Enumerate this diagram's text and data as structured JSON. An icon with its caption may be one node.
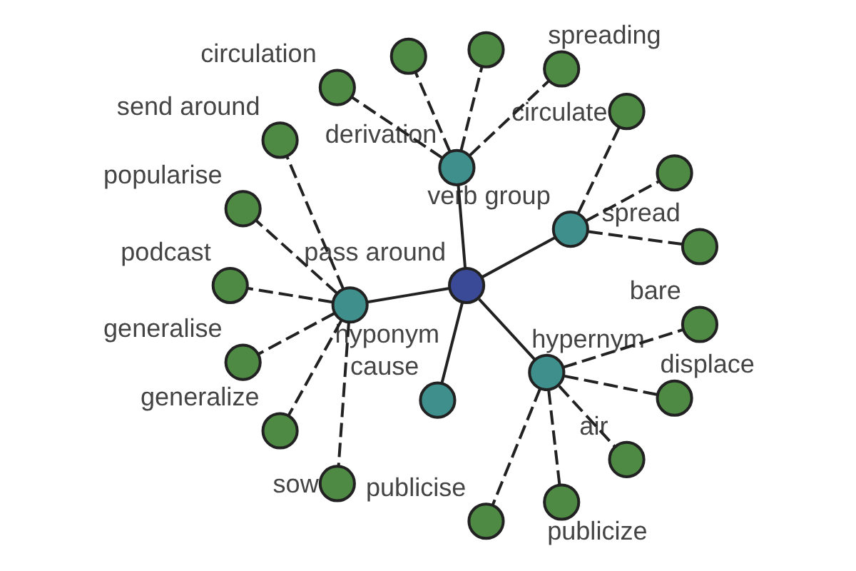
{
  "diagram": {
    "nodes": [
      {
        "text": [
          "pass around"
        ]
      },
      {
        "text": [
          "verb group"
        ]
      },
      {
        "text": [
          "derivation"
        ]
      },
      {
        "text": [
          "hyponym"
        ]
      },
      {
        "text": [
          "cause"
        ]
      },
      {
        "text": [
          "hypernym"
        ]
      },
      {
        "text": [
          "spread"
        ]
      },
      {
        "text": [],
        "shape": "circle"
      },
      {
        "text": [
          "circulate"
        ]
      },
      {
        "text": [
          "spreading"
        ]
      },
      {
        "text": [],
        "shape": "circle"
      },
      {
        "text": [],
        "shape": "circle"
      },
      {
        "text": [
          "circulation"
        ]
      },
      {
        "text": [
          "send around"
        ]
      },
      {
        "text": [
          "popularise"
        ]
      },
      {
        "text": [
          "podcast"
        ]
      },
      {
        "text": [
          "generalise"
        ]
      },
      {
        "text": [
          "generalize"
        ]
      },
      {
        "text": [
          "sow"
        ]
      },
      {
        "text": [
          "publicise"
        ]
      },
      {
        "text": [
          "publicize"
        ]
      },
      {
        "text": [
          "air"
        ]
      },
      {
        "text": [
          "displace"
        ]
      },
      {
        "text": [
          "bare"
        ]
      }
    ],
    "edges": [
      {
        "from": 0,
        "to": 1,
        "arrow": "none"
      },
      {
        "from": 0,
        "to": 2,
        "arrow": "none"
      },
      {
        "from": 0,
        "to": 3,
        "arrow": "none"
      },
      {
        "from": 0,
        "to": 4,
        "arrow": "none"
      },
      {
        "from": 0,
        "to": 5,
        "arrow": "none"
      },
      {
        "from": 1,
        "to": 6,
        "arrow": "none",
        "style": "dashed"
      },
      {
        "from": 1,
        "to": 7,
        "arrow": "none",
        "style": "dashed"
      },
      {
        "from": 1,
        "to": 8,
        "arrow": "none",
        "style": "dashed"
      },
      {
        "from": 2,
        "to": 9,
        "arrow": "none",
        "style": "dashed"
      },
      {
        "from": 2,
        "to": 10,
        "arrow": "none",
        "style": "dashed"
      },
      {
        "from": 2,
        "to": 11,
        "arrow": "none",
        "style": "dashed"
      },
      {
        "from": 2,
        "to": 12,
        "arrow": "none",
        "style": "dashed"
      },
      {
        "from": 3,
        "to": 13,
        "arrow": "none",
        "style": "dashed"
      },
      {
        "from": 3,
        "to": 14,
        "arrow": "none",
        "style": "dashed"
      },
      {
        "from": 3,
        "to": 15,
        "arrow": "none",
        "style": "dashed"
      },
      {
        "from": 3,
        "to": 16,
        "arrow": "none",
        "style": "dashed"
      },
      {
        "from": 3,
        "to": 17,
        "arrow": "none",
        "style": "dashed"
      },
      {
        "from": 3,
        "to": 18,
        "arrow": "none",
        "style": "dashed"
      },
      {
        "from": 5,
        "to": 19,
        "arrow": "none",
        "style": "dashed"
      },
      {
        "from": 5,
        "to": 20,
        "arrow": "none",
        "style": "dashed"
      },
      {
        "from": 5,
        "to": 21,
        "arrow": "none",
        "style": "dashed"
      },
      {
        "from": 5,
        "to": 22,
        "arrow": "none",
        "style": "dashed"
      },
      {
        "from": 5,
        "to": 23,
        "arrow": "none",
        "style": "dashed"
      }
    ]
  }
}
